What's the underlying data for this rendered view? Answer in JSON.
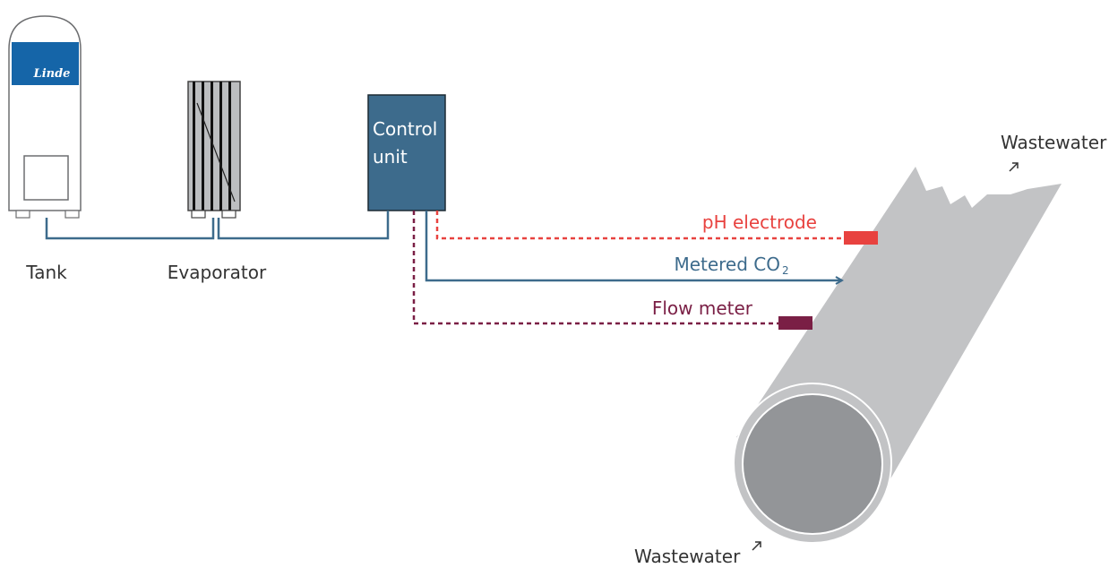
{
  "diagram": {
    "tank_brand": "Linde",
    "labels": {
      "tank": "Tank",
      "evaporator": "Evaporator",
      "control_line1": "Control",
      "control_line2": "unit",
      "ph_electrode": "pH electrode",
      "metered_co2_main": "Metered CO",
      "metered_co2_sub": "2",
      "flow_meter": "Flow meter",
      "wastewater_top": "Wastewater",
      "wastewater_bottom": "Wastewater"
    },
    "colors": {
      "pipe_blue": "#3d6b8c",
      "control_fill": "#3d6b8c",
      "ph_red": "#e8423f",
      "flow_maroon": "#7a1f45",
      "pipe_gray": "#c2c3c5",
      "pipe_inner": "#939598",
      "text": "#333333"
    }
  }
}
